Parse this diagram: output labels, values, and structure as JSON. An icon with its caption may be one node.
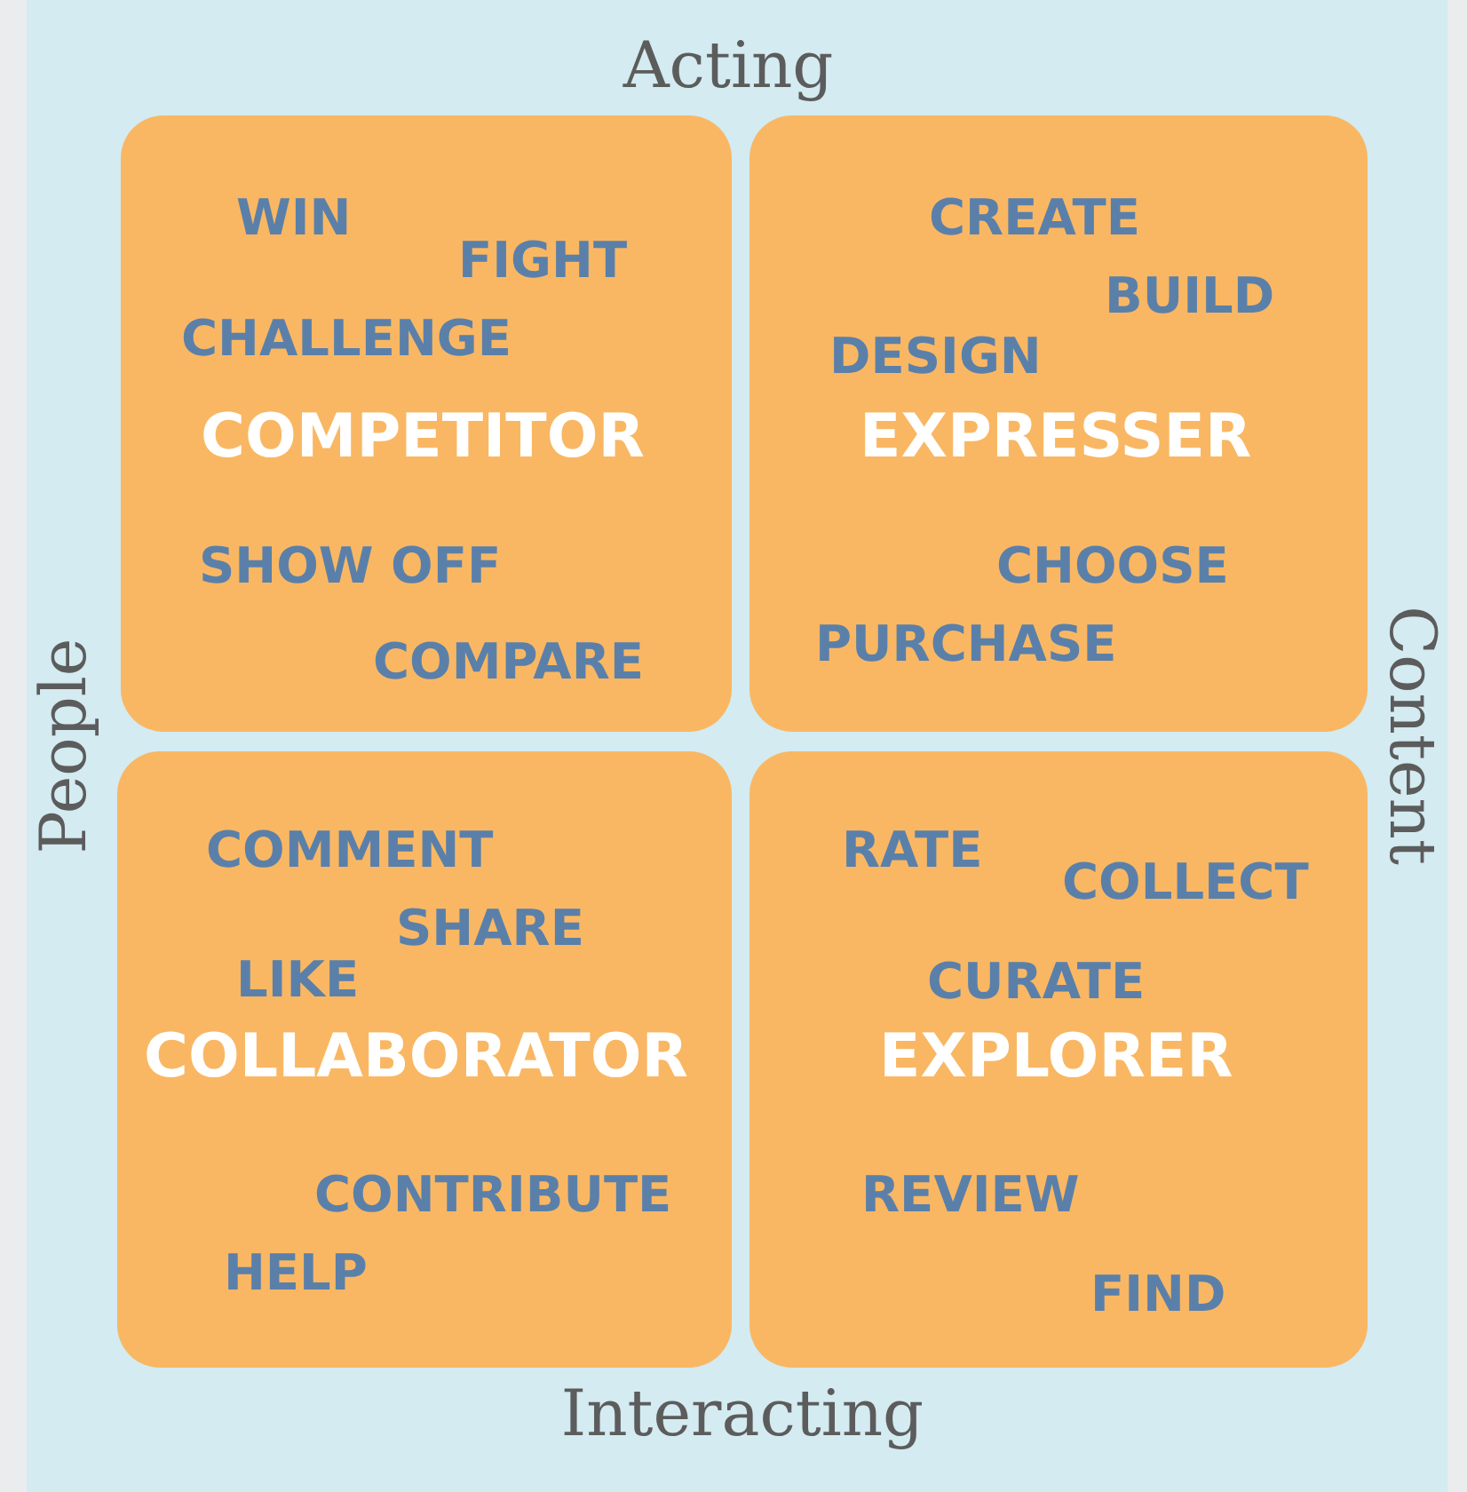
{
  "diagram": {
    "nodes": [
      {
        "text": [
          "WIN",
          "FIGHT",
          "CHALLENGE",
          "COMPETITOR",
          "SHOW OFF",
          "COMPARE"
        ]
      },
      {
        "text": [
          "CREATE",
          "BUILD",
          "DESIGN",
          "EXPRESSER",
          "CHOOSE",
          "PURCHASE"
        ]
      },
      {
        "text": [
          "COMMENT",
          "SHARE",
          "LIKE",
          "COLLABORATOR",
          "CONTRIBUTE",
          "HELP"
        ]
      },
      {
        "text": [
          "RATE",
          "COLLECT",
          "CURATE",
          "EXPLORER",
          "REVIEW",
          "FIND"
        ]
      }
    ],
    "labels": [
      "Acting",
      "People",
      "Content",
      "Interacting"
    ]
  }
}
